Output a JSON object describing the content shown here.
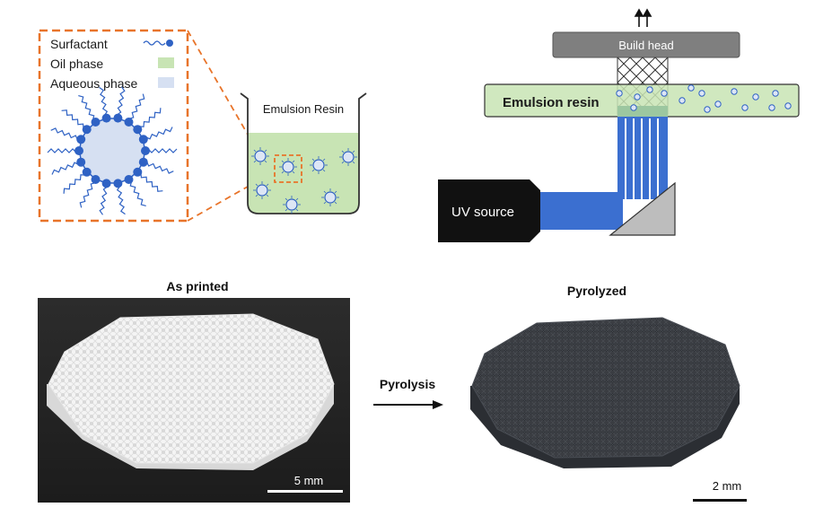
{
  "legend": {
    "surfactant": "Surfactant",
    "oil_phase": "Oil phase",
    "aqueous_phase": "Aqueous phase"
  },
  "beaker": {
    "label": "Emulsion Resin"
  },
  "printer": {
    "build_head": "Build head",
    "resin": "Emulsion resin",
    "uv_source": "UV source"
  },
  "photos": {
    "left_title": "As printed",
    "left_scale": "5 mm",
    "right_title": "Pyrolyzed",
    "right_scale": "2 mm"
  },
  "process": {
    "arrow_label": "Pyrolysis"
  },
  "colors": {
    "orange_dashed": "#e8742a",
    "surfactant_blue": "#2f62c4",
    "oil_green": "#c8e4b4",
    "aqueous_blue": "#d6e0f2",
    "uv_blue": "#3b6fd0",
    "build_head_gray": "#7f7f7f"
  }
}
